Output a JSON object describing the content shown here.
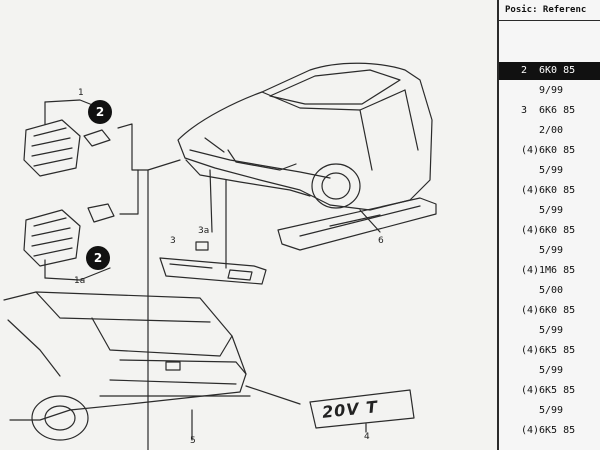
{
  "diagram": {
    "labels": {
      "l1": "1",
      "l1a": "1a",
      "l2a": "2",
      "l2b": "2",
      "l3": "3",
      "l3a": "3a",
      "l4": "4",
      "l5": "5",
      "l6": "6"
    },
    "emblem_text": "20V T"
  },
  "panel": {
    "header": "Posic: Referenc",
    "rows": [
      {
        "pos": "",
        "ref": "",
        "date": ""
      },
      {
        "pos": "2",
        "ref": "6K0 85",
        "date": "9/99",
        "selected": true
      },
      {
        "pos": "3",
        "ref": "6K6 85",
        "date": "2/00"
      },
      {
        "pos": "(4)",
        "ref": "6K0 85",
        "date": "5/99"
      },
      {
        "pos": "(4)",
        "ref": "6K0 85",
        "date": "5/99"
      },
      {
        "pos": "(4)",
        "ref": "6K0 85",
        "date": "5/99"
      },
      {
        "pos": "(4)",
        "ref": "1M6 85",
        "date": "5/00"
      },
      {
        "pos": "(4)",
        "ref": "6K0 85",
        "date": "5/99"
      },
      {
        "pos": "(4)",
        "ref": "6K5 85",
        "date": "5/99"
      },
      {
        "pos": "(4)",
        "ref": "6K5 85",
        "date": "5/99"
      },
      {
        "pos": "(4)",
        "ref": "6K5 85",
        "date": ""
      }
    ]
  }
}
